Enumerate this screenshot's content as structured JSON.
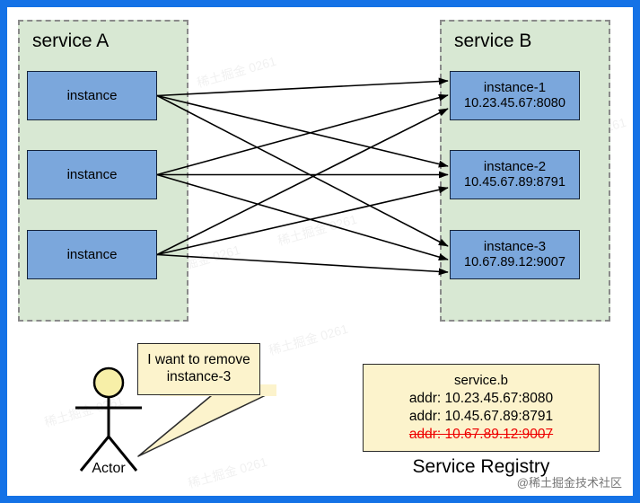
{
  "diagram": {
    "title_service_a": "service A",
    "title_service_b": "service B",
    "colors": {
      "frame_blue": "#1472e6",
      "region_green": "#d8e8d3",
      "instance_blue": "#7ba7dc",
      "note_yellow": "#fcf3cc",
      "removed_red": "#ee0000"
    }
  },
  "service_a": {
    "label": "service A",
    "instances": [
      {
        "name": "instance"
      },
      {
        "name": "instance"
      },
      {
        "name": "instance"
      }
    ]
  },
  "service_b": {
    "label": "service B",
    "instances": [
      {
        "name": "instance-1",
        "addr": "10.23.45.67:8080"
      },
      {
        "name": "instance-2",
        "addr": "10.45.67.89:8791"
      },
      {
        "name": "instance-3",
        "addr": "10.67.89.12:9007"
      }
    ]
  },
  "actor": {
    "label": "Actor",
    "speech": {
      "line1": "I want to remove",
      "line2": "instance-3"
    }
  },
  "registry": {
    "caption": "Service Registry",
    "service_name": "service.b",
    "entries": [
      {
        "text": "addr: 10.23.45.67:8080",
        "removed": false
      },
      {
        "text": "addr: 10.45.67.89:8791",
        "removed": false
      },
      {
        "text": "addr: 10.67.89.12:9007",
        "removed": true
      }
    ]
  },
  "watermarks": {
    "tile": "稀土掘金 0261",
    "brand": "@稀土掘金技术社区"
  }
}
